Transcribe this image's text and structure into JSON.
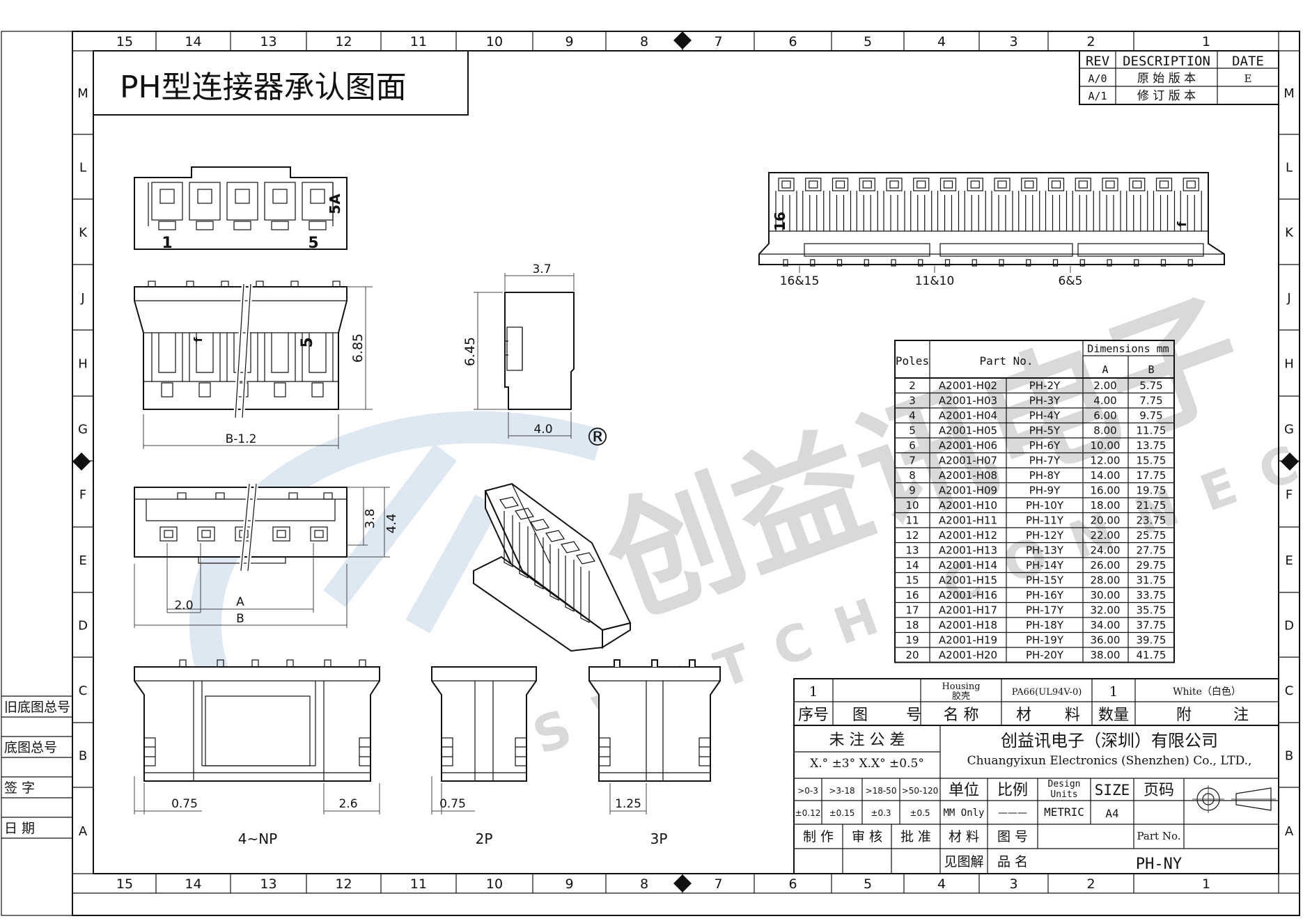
{
  "title": "PH型连接器承认图面",
  "frame": {
    "columns": [
      "15",
      "14",
      "13",
      "12",
      "11",
      "10",
      "9",
      "8",
      "7",
      "6",
      "5",
      "4",
      "3",
      "2",
      "1"
    ],
    "rows": [
      "M",
      "L",
      "K",
      "J",
      "H",
      "G",
      "F",
      "E",
      "D",
      "C",
      "B",
      "A"
    ]
  },
  "revision": {
    "headers": [
      "REV",
      "DESCRIPTION",
      "DATE"
    ],
    "rows": [
      {
        "rev": "A/0",
        "desc": "原 始 版 本",
        "date": "E"
      },
      {
        "rev": "A/1",
        "desc": "修 订 版 本",
        "date": ""
      }
    ]
  },
  "left_labels": [
    "旧底图总号",
    "底图总号",
    "签 字",
    "日 期"
  ],
  "views": {
    "top_pin_first": "1",
    "top_pin_last": "5",
    "top_rating": "5A",
    "front_pin_mark": "5",
    "dim_h685": "6.85",
    "dim_b12": "B-1.2",
    "dim_w37": "3.7",
    "dim_h645": "6.45",
    "dim_w40": "4.0",
    "registered_mark": "®",
    "dim_h38": "3.8",
    "dim_h44": "4.4",
    "dim_pitch": "2.0",
    "dim_a": "A",
    "dim_b": "B",
    "dim_075a": "0.75",
    "dim_26": "2.6",
    "label_4np": "4~NP",
    "dim_075b": "0.75",
    "label_2p": "2P",
    "dim_125": "1.25",
    "label_3p": "3P",
    "long_pin_16": "16",
    "long_pin_1": "1",
    "long_marks": [
      "16&15",
      "11&10",
      "6&5"
    ]
  },
  "watermark": {
    "brand": "创益讯电子",
    "tagline": "SWITCH CONNECTOR"
  },
  "table": {
    "headers": [
      "Poles",
      "Part No.",
      "Dimensions mm",
      "A",
      "B"
    ],
    "rows": [
      [
        "2",
        "A2001-H02",
        "PH-2Y",
        "2.00",
        "5.75"
      ],
      [
        "3",
        "A2001-H03",
        "PH-3Y",
        "4.00",
        "7.75"
      ],
      [
        "4",
        "A2001-H04",
        "PH-4Y",
        "6.00",
        "9.75"
      ],
      [
        "5",
        "A2001-H05",
        "PH-5Y",
        "8.00",
        "11.75"
      ],
      [
        "6",
        "A2001-H06",
        "PH-6Y",
        "10.00",
        "13.75"
      ],
      [
        "7",
        "A2001-H07",
        "PH-7Y",
        "12.00",
        "15.75"
      ],
      [
        "8",
        "A2001-H08",
        "PH-8Y",
        "14.00",
        "17.75"
      ],
      [
        "9",
        "A2001-H09",
        "PH-9Y",
        "16.00",
        "19.75"
      ],
      [
        "10",
        "A2001-H10",
        "PH-10Y",
        "18.00",
        "21.75"
      ],
      [
        "11",
        "A2001-H11",
        "PH-11Y",
        "20.00",
        "23.75"
      ],
      [
        "12",
        "A2001-H12",
        "PH-12Y",
        "22.00",
        "25.75"
      ],
      [
        "13",
        "A2001-H13",
        "PH-13Y",
        "24.00",
        "27.75"
      ],
      [
        "14",
        "A2001-H14",
        "PH-14Y",
        "26.00",
        "29.75"
      ],
      [
        "15",
        "A2001-H15",
        "PH-15Y",
        "28.00",
        "31.75"
      ],
      [
        "16",
        "A2001-H16",
        "PH-16Y",
        "30.00",
        "33.75"
      ],
      [
        "17",
        "A2001-H17",
        "PH-17Y",
        "32.00",
        "35.75"
      ],
      [
        "18",
        "A2001-H18",
        "PH-18Y",
        "34.00",
        "37.75"
      ],
      [
        "19",
        "A2001-H19",
        "PH-19Y",
        "36.00",
        "39.75"
      ],
      [
        "20",
        "A2001-H20",
        "PH-20Y",
        "38.00",
        "41.75"
      ]
    ]
  },
  "titleblock": {
    "bom": {
      "no": "1",
      "part": "Housing",
      "part_cn": "胶壳",
      "material": "PA66(UL94V-0)",
      "qty": "1",
      "note": "White（白色）"
    },
    "heads": [
      "序号",
      "图",
      "号",
      "名 称",
      "材",
      "料",
      "数量",
      "附",
      "注"
    ],
    "tolerance_title": "未 注 公 差",
    "tolerance_line": "X.° ±3°  X.X° ±0.5°",
    "company_cn": "创益讯电子（深圳）有限公司",
    "company_en": "Chuangyixun Electronics (Shenzhen) Co., LTD.,",
    "ranges": [
      ">0-3",
      ">3-18",
      ">18-50",
      ">50-120"
    ],
    "tols": [
      "±0.12",
      "±0.15",
      "±0.3",
      "±0.5"
    ],
    "unit_label": "单位",
    "scale_label": "比例",
    "design_units_1": "Design",
    "design_units_2": "Units",
    "size_label": "SIZE",
    "page_label": "页码",
    "unit_value": "MM Only",
    "scale_value": "———",
    "design_value": "METRIC",
    "size_value": "A4",
    "roles": [
      "制 作",
      "审 核",
      "批 准",
      "材 料",
      "图 号"
    ],
    "part_no_label": "Part No.",
    "see_drawing": "见图解",
    "product_label": "品 名",
    "part_no_value": "PH-NY"
  }
}
